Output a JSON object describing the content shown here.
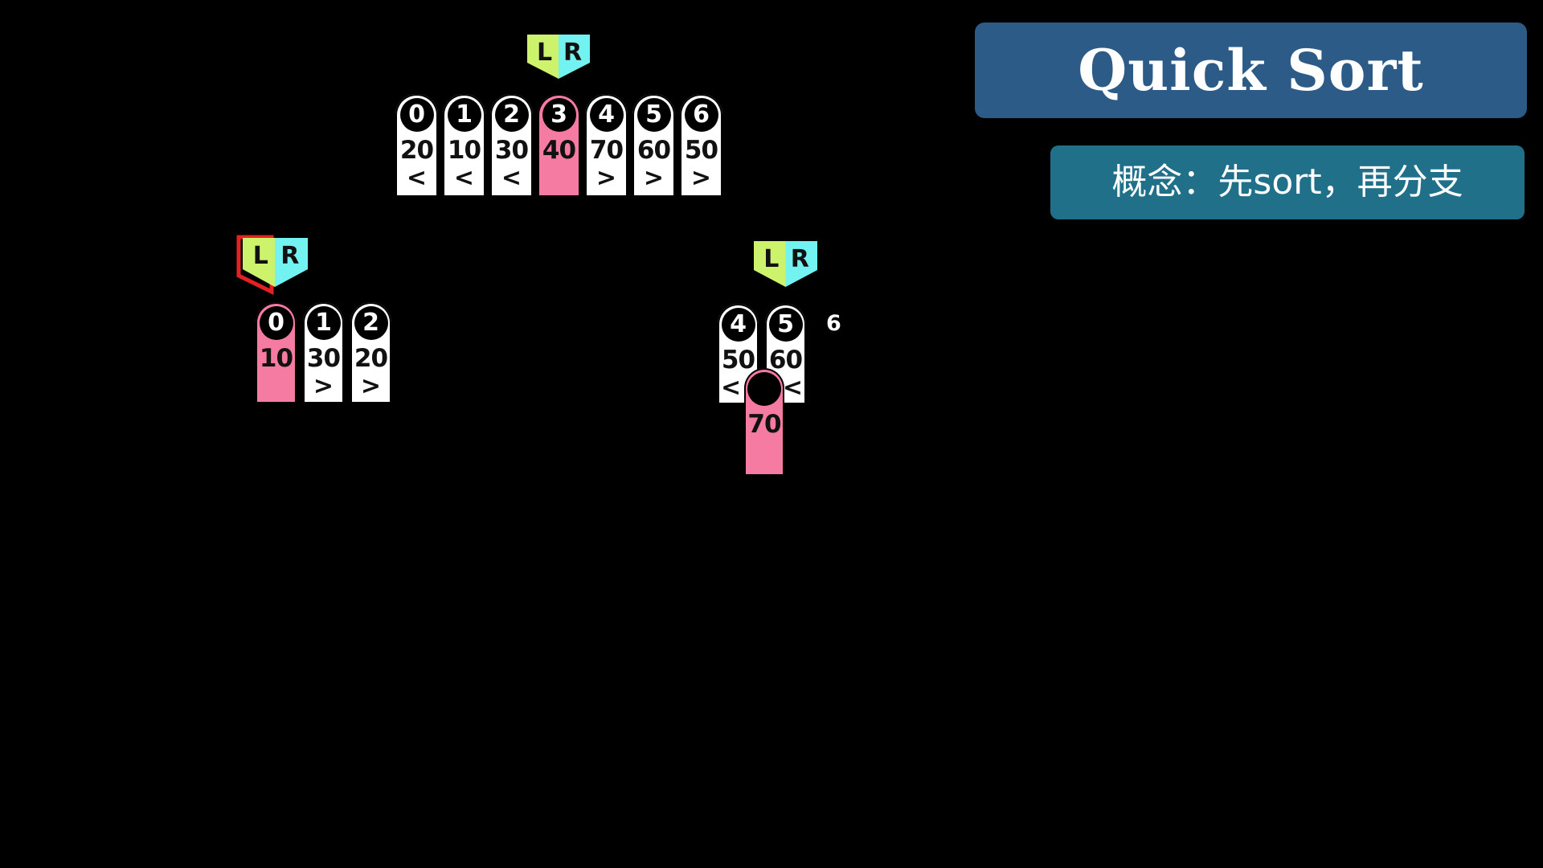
{
  "header": {
    "title": "Quick Sort",
    "subtitle": "概念：先sort，再分支"
  },
  "colors": {
    "background": "#000000",
    "title_box": "#2b5b86",
    "subtitle_box": "#21708a",
    "card": "#ffffff",
    "pivot_card": "#f67ba3",
    "marker_left": "#cdf26c",
    "marker_right": "#72f2f0",
    "marker_highlight_outline": "#e52222"
  },
  "markers": {
    "top": {
      "left_label": "L",
      "right_label": "R"
    },
    "left_branch": {
      "left_label": "L",
      "right_label": "R",
      "highlighted": true
    },
    "right_branch": {
      "left_label": "L",
      "right_label": "R"
    }
  },
  "top_row": {
    "cards": [
      {
        "index": "0",
        "value": "20",
        "sign": "<",
        "pivot": false
      },
      {
        "index": "1",
        "value": "10",
        "sign": "<",
        "pivot": false
      },
      {
        "index": "2",
        "value": "30",
        "sign": "<",
        "pivot": false
      },
      {
        "index": "3",
        "value": "40",
        "sign": "",
        "pivot": true
      },
      {
        "index": "4",
        "value": "70",
        "sign": ">",
        "pivot": false
      },
      {
        "index": "5",
        "value": "60",
        "sign": ">",
        "pivot": false
      },
      {
        "index": "6",
        "value": "50",
        "sign": ">",
        "pivot": false
      }
    ]
  },
  "left_branch": {
    "cards": [
      {
        "index": "0",
        "value": "10",
        "sign": "",
        "pivot": true
      },
      {
        "index": "1",
        "value": "30",
        "sign": ">",
        "pivot": false
      },
      {
        "index": "2",
        "value": "20",
        "sign": ">",
        "pivot": false
      }
    ]
  },
  "right_branch": {
    "cards": [
      {
        "index": "4",
        "value": "50",
        "sign": "<",
        "pivot": false
      },
      {
        "index": "5",
        "value": "60",
        "sign": "<",
        "pivot": false
      }
    ],
    "moving_pivot": {
      "index": "",
      "value": "70"
    },
    "trailing_index_label": "6"
  }
}
